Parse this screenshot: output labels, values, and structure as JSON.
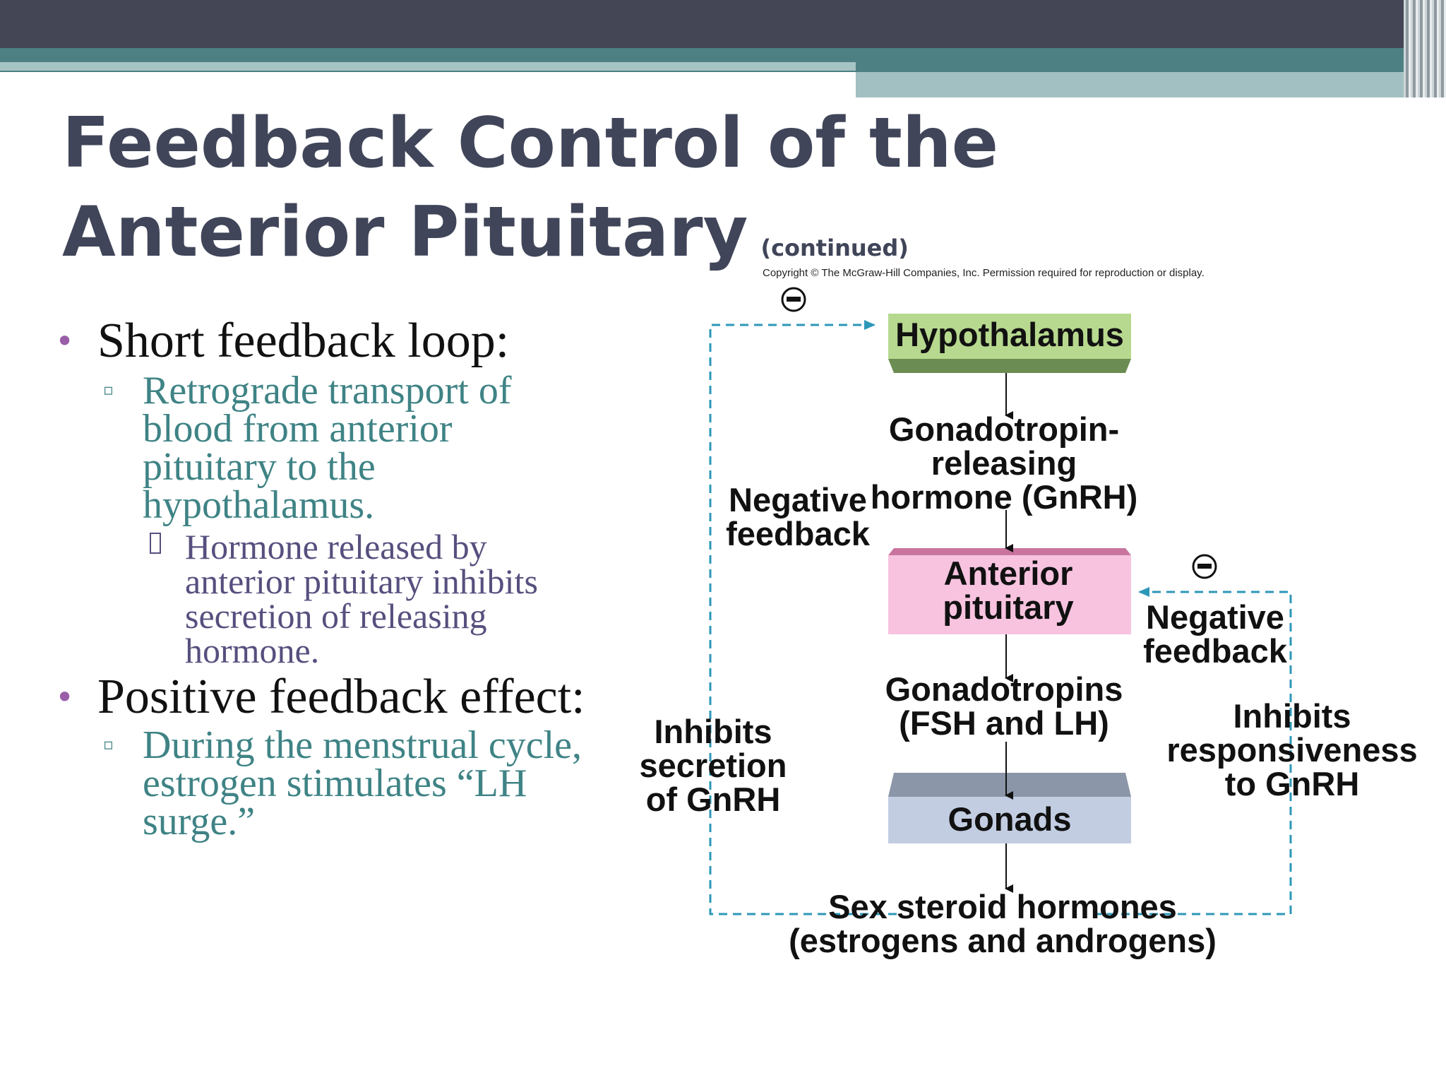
{
  "title": {
    "main": "Feedback Control of the Anterior Pituitary",
    "suffix": "(continued)"
  },
  "bullets": [
    {
      "text": "Short feedback loop:",
      "sub": [
        {
          "text": "Retrograde transport of blood from anterior pituitary to the hypothalamus.",
          "sub": [
            {
              "text": "Hormone released by anterior pituitary inhibits secretion of releasing hormone."
            }
          ]
        }
      ]
    },
    {
      "text": "Positive feedback effect:",
      "sub": [
        {
          "text": "During the menstrual cycle, estrogen stimulates “LH surge.”"
        }
      ]
    }
  ],
  "diagram": {
    "copyright": "Copyright © The McGraw-Hill Companies, Inc. Permission required for reproduction or display.",
    "boxes": {
      "hypothalamus": "Hypothalamus",
      "anterior_pituitary": "Anterior pituitary",
      "gonads": "Gonads"
    },
    "labels": {
      "gnrh": "Gonadotropin- releasing hormone (GnRH)",
      "gonadotropins": "Gonadotropins (FSH and LH)",
      "sex_steroids": "Sex steroid hormones (estrogens and androgens)",
      "neg_feedback_left": "Negative feedback",
      "neg_feedback_right": "Negative feedback",
      "inhibits_secretion": "Inhibits secretion of GnRH",
      "inhibits_responsiveness": "Inhibits responsiveness to GnRH",
      "minus_symbol": "⊖"
    },
    "colors": {
      "hypothalamus": "#b7d98f",
      "anterior_pituitary": "#f7c3df",
      "gonads": "#c2cde2",
      "dashed_line": "#2d97b8"
    }
  }
}
